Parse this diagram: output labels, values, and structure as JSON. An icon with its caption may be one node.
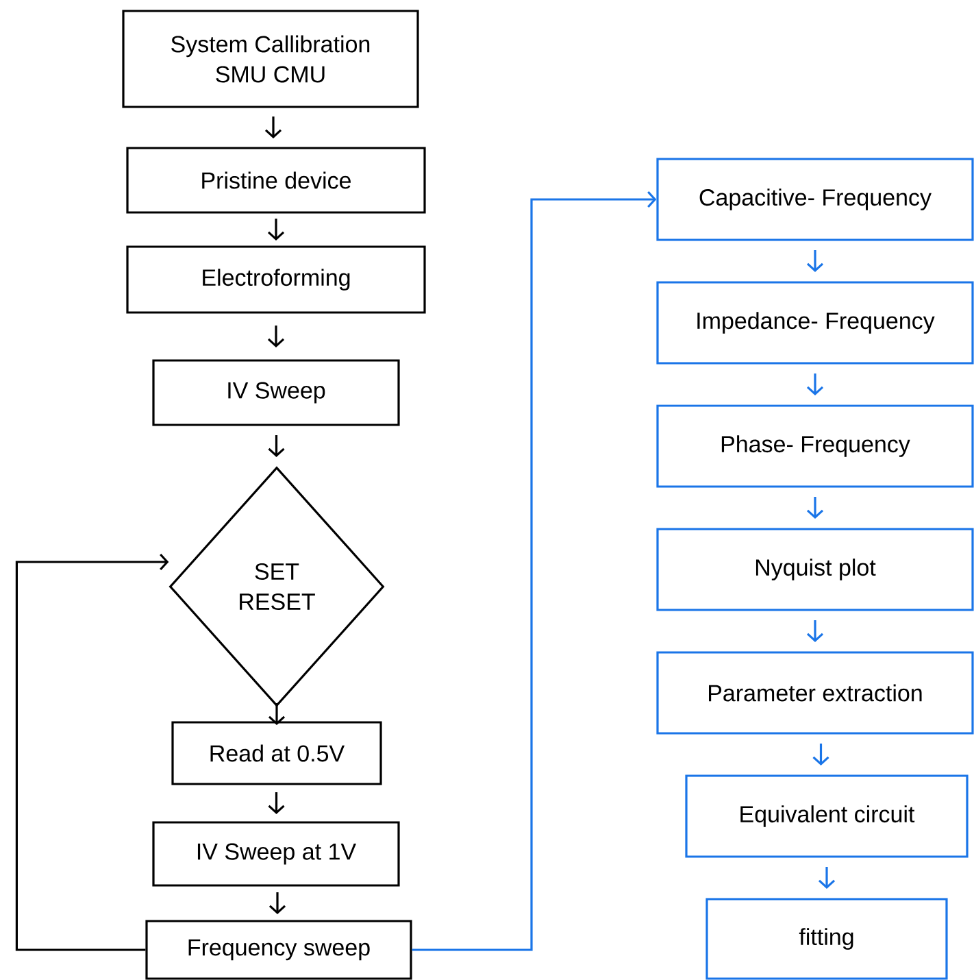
{
  "diagram": {
    "nodes": [
      {
        "text": [
          "System Callibration",
          "SMU CMU"
        ]
      },
      {
        "text": [
          "Pristine device"
        ]
      },
      {
        "text": [
          "Electroforming"
        ]
      },
      {
        "text": [
          "IV Sweep"
        ]
      },
      {
        "text": [
          "SET",
          "RESET"
        ]
      },
      {
        "text": [
          "Read at 0.5V"
        ]
      },
      {
        "text": [
          "IV Sweep at 1V"
        ]
      },
      {
        "text": [
          "Frequency sweep"
        ]
      },
      {
        "text": [
          "Capacitive- Frequency"
        ]
      },
      {
        "text": [
          "Impedance- Frequency"
        ]
      },
      {
        "text": [
          "Phase- Frequency"
        ]
      },
      {
        "text": [
          "Nyquist plot"
        ]
      },
      {
        "text": [
          "Parameter extraction"
        ]
      },
      {
        "text": [
          "Equivalent circuit"
        ]
      },
      {
        "text": [
          "fitting"
        ]
      }
    ],
    "edges": [
      {
        "from": 0,
        "to": 1,
        "arrow": "to"
      },
      {
        "from": 1,
        "to": 2,
        "arrow": "to"
      },
      {
        "from": 2,
        "to": 3,
        "arrow": "to"
      },
      {
        "from": 3,
        "to": 4,
        "arrow": "to"
      },
      {
        "from": 4,
        "to": 5,
        "arrow": "to"
      },
      {
        "from": 5,
        "to": 6,
        "arrow": "to"
      },
      {
        "from": 6,
        "to": 7,
        "arrow": "to"
      },
      {
        "from": 7,
        "to": 4,
        "arrow": "to"
      },
      {
        "from": 7,
        "to": 8,
        "arrow": "to",
        "color": "#1a75e8"
      },
      {
        "from": 8,
        "to": 9,
        "arrow": "to",
        "color": "#1a75e8"
      },
      {
        "from": 9,
        "to": 10,
        "arrow": "to",
        "color": "#1a75e8"
      },
      {
        "from": 10,
        "to": 11,
        "arrow": "to",
        "color": "#1a75e8"
      },
      {
        "from": 11,
        "to": 12,
        "arrow": "to",
        "color": "#1a75e8"
      },
      {
        "from": 12,
        "to": 13,
        "arrow": "to",
        "color": "#1a75e8"
      },
      {
        "from": 13,
        "to": 14,
        "arrow": "to",
        "color": "#1a75e8"
      }
    ]
  }
}
